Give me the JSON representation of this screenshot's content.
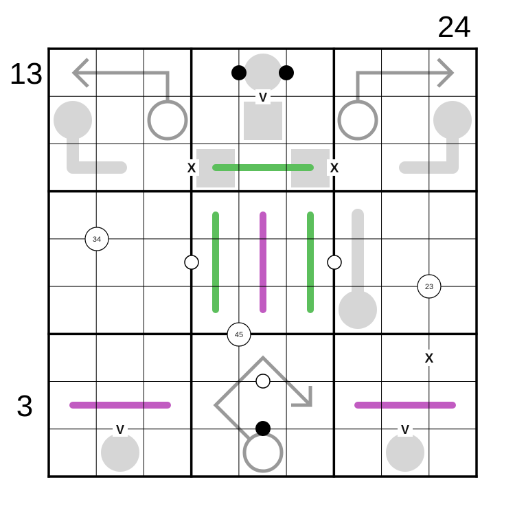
{
  "puzzle": {
    "outside_clues": {
      "top_right": "24",
      "left_row1": "13",
      "left_row8": "3"
    },
    "little_killer_clues": [
      "34",
      "23",
      "45"
    ],
    "x_labels": [
      "X",
      "X",
      "X"
    ],
    "v_labels": [
      "V",
      "V",
      "V"
    ],
    "colors": {
      "grid": "#000000",
      "shade": "#d6d6d6",
      "arrow": "#999999",
      "green_line": "#5cbf5c",
      "purple_line": "#c15bc1"
    }
  }
}
